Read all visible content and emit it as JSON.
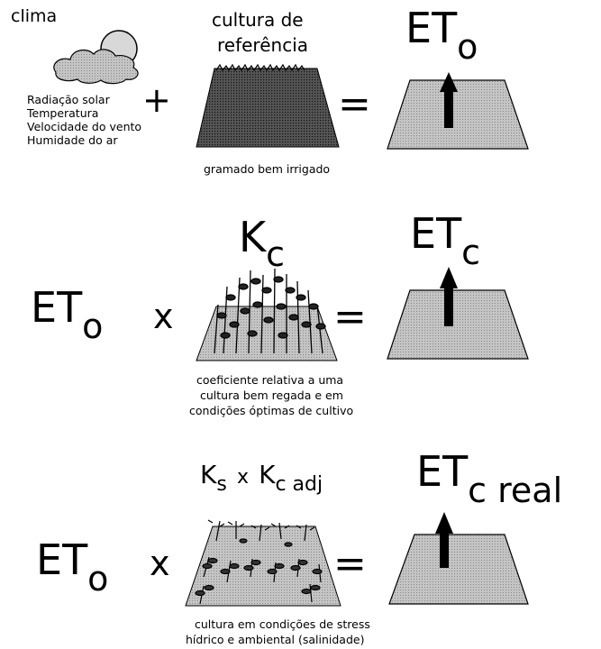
{
  "row1": {
    "clima_label": "clima",
    "clima_factors": [
      "Radiação solar",
      "Temperatura",
      "Velocidade do vento",
      "Humidade do ar"
    ],
    "plus": "+",
    "crop_title_line1": "cultura de",
    "crop_title_line2": "referência",
    "crop_caption": "gramado bem irrigado",
    "equals": "=",
    "result_main": "ET",
    "result_sub": "o"
  },
  "row2": {
    "lhs_main": "ET",
    "lhs_sub": "o",
    "times": "x",
    "coef_main": "K",
    "coef_sub": "c",
    "caption_lines": [
      "coeficiente relativa a uma",
      "cultura bem regada e em",
      "condições óptimas de cultivo"
    ],
    "equals": "=",
    "result_main": "ET",
    "result_sub": "c"
  },
  "row3": {
    "lhs_main": "ET",
    "lhs_sub": "o",
    "times": "x",
    "ks_main": "K",
    "ks_sub": "s",
    "coef_times": "x",
    "kc_main": "K",
    "kc_sub": "c adj",
    "caption_lines": [
      "cultura em condições de stress",
      "hídrico e ambiental (salinidade)"
    ],
    "equals": "=",
    "result_main": "ET",
    "result_sub": "c real"
  },
  "colors": {
    "surface": "#b8b8b8",
    "outline": "#000000",
    "cloud": "#d0d0d0"
  }
}
